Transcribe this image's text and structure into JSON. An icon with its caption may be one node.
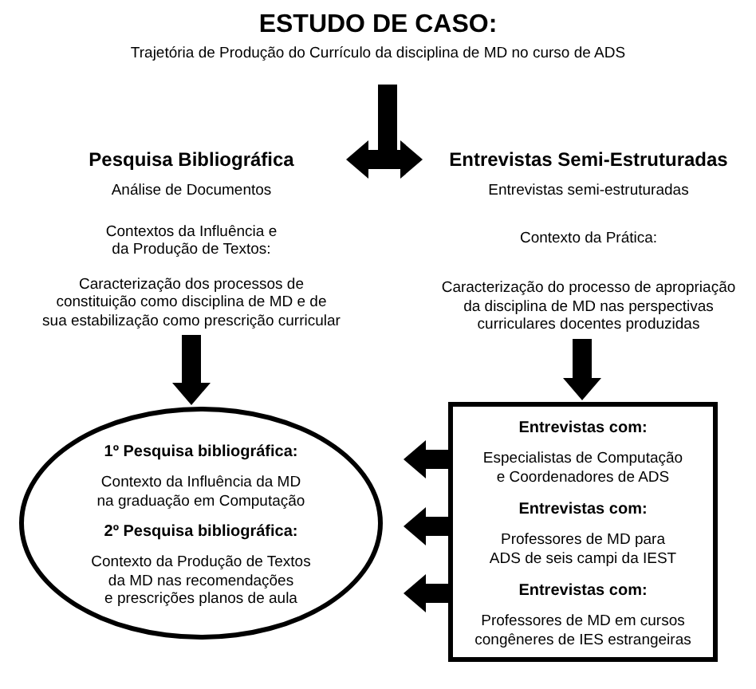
{
  "diagram": {
    "nodes": [
      {
        "text": [
          "ESTUDO DE CASO:",
          "Trajetória de Produção do Currículo da disciplina de MD no curso de ADS"
        ]
      },
      {
        "text": [
          "Pesquisa Bibliográfica",
          "Análise de Documentos",
          "Contextos da Influência e da Produção de Textos:",
          "Caracterização dos processos de constituição como disciplina de MD e de sua estabilização como prescrição curricular"
        ]
      },
      {
        "text": [
          "Entrevistas Semi-Estruturadas",
          "Entrevistas semi-estruturadas",
          "Contexto da Prática:",
          "Caracterização do processo de apropriação da disciplina de MD nas perspectivas curriculares docentes produzidas"
        ]
      },
      {
        "text": [
          "1º Pesquisa bibliográfica:",
          "Contexto da Influência da MD na graduação em Computação",
          "2º Pesquisa bibliográfica:",
          "Contexto da Produção de Textos da MD nas recomendações e prescrições planos de aula"
        ]
      },
      {
        "text": [
          "Entrevistas com:",
          "Especialistas de Computação e Coordenadores de ADS",
          "Entrevistas com:",
          "Professores de MD para ADS de seis campi da IEST",
          "Entrevistas com:",
          "Professores de MD em cursos congêneres de IES estrangeiras"
        ]
      }
    ],
    "edges": [
      {
        "from": 0,
        "to": 1,
        "arrow": "to"
      },
      {
        "from": 0,
        "to": 2,
        "arrow": "to"
      },
      {
        "from": 1,
        "to": 3,
        "arrow": "to"
      },
      {
        "from": 2,
        "to": 4,
        "arrow": "to"
      },
      {
        "from": 4,
        "to": 3,
        "arrow": "to"
      },
      {
        "from": 4,
        "to": 3,
        "arrow": "to"
      },
      {
        "from": 4,
        "to": 3,
        "arrow": "to"
      }
    ]
  }
}
